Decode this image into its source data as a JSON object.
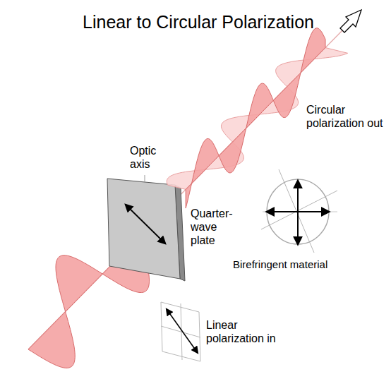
{
  "diagram": {
    "title": "Linear to Circular Polarization",
    "labels": [
      "Optic axis",
      "Quarter-wave plate",
      "Circular polarization out",
      "Birefringent material",
      "Linear polarization in"
    ]
  }
}
